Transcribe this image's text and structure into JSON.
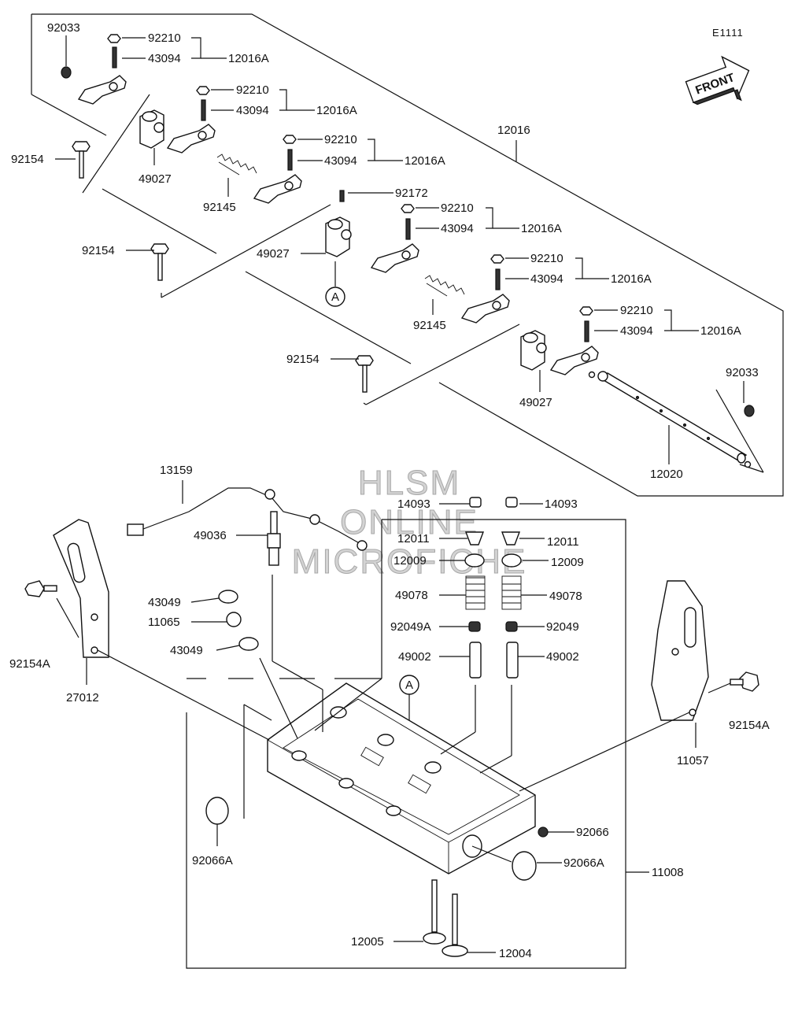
{
  "diagram_code": "E1111",
  "front_label": "FRONT",
  "watermark": [
    "HLSM",
    "ONLINE",
    "MICROFICHE"
  ],
  "circle_ref": "A",
  "parts": {
    "p92033": "92033",
    "p92210": "92210",
    "p43094": "43094",
    "p12016A": "12016A",
    "p12016": "12016",
    "p92154": "92154",
    "p49027": "49027",
    "p92145": "92145",
    "p92172": "92172",
    "p12020": "12020",
    "p13159": "13159",
    "p14093": "14093",
    "p12011": "12011",
    "p12009": "12009",
    "p49078": "49078",
    "p92049A": "92049A",
    "p92049": "92049",
    "p49002": "49002",
    "p49036": "49036",
    "p43049": "43049",
    "p11065": "11065",
    "p92154A": "92154A",
    "p27012": "27012",
    "p11057": "11057",
    "p92066": "92066",
    "p92066A": "92066A",
    "p11008": "11008",
    "p12005": "12005",
    "p12004": "12004"
  }
}
